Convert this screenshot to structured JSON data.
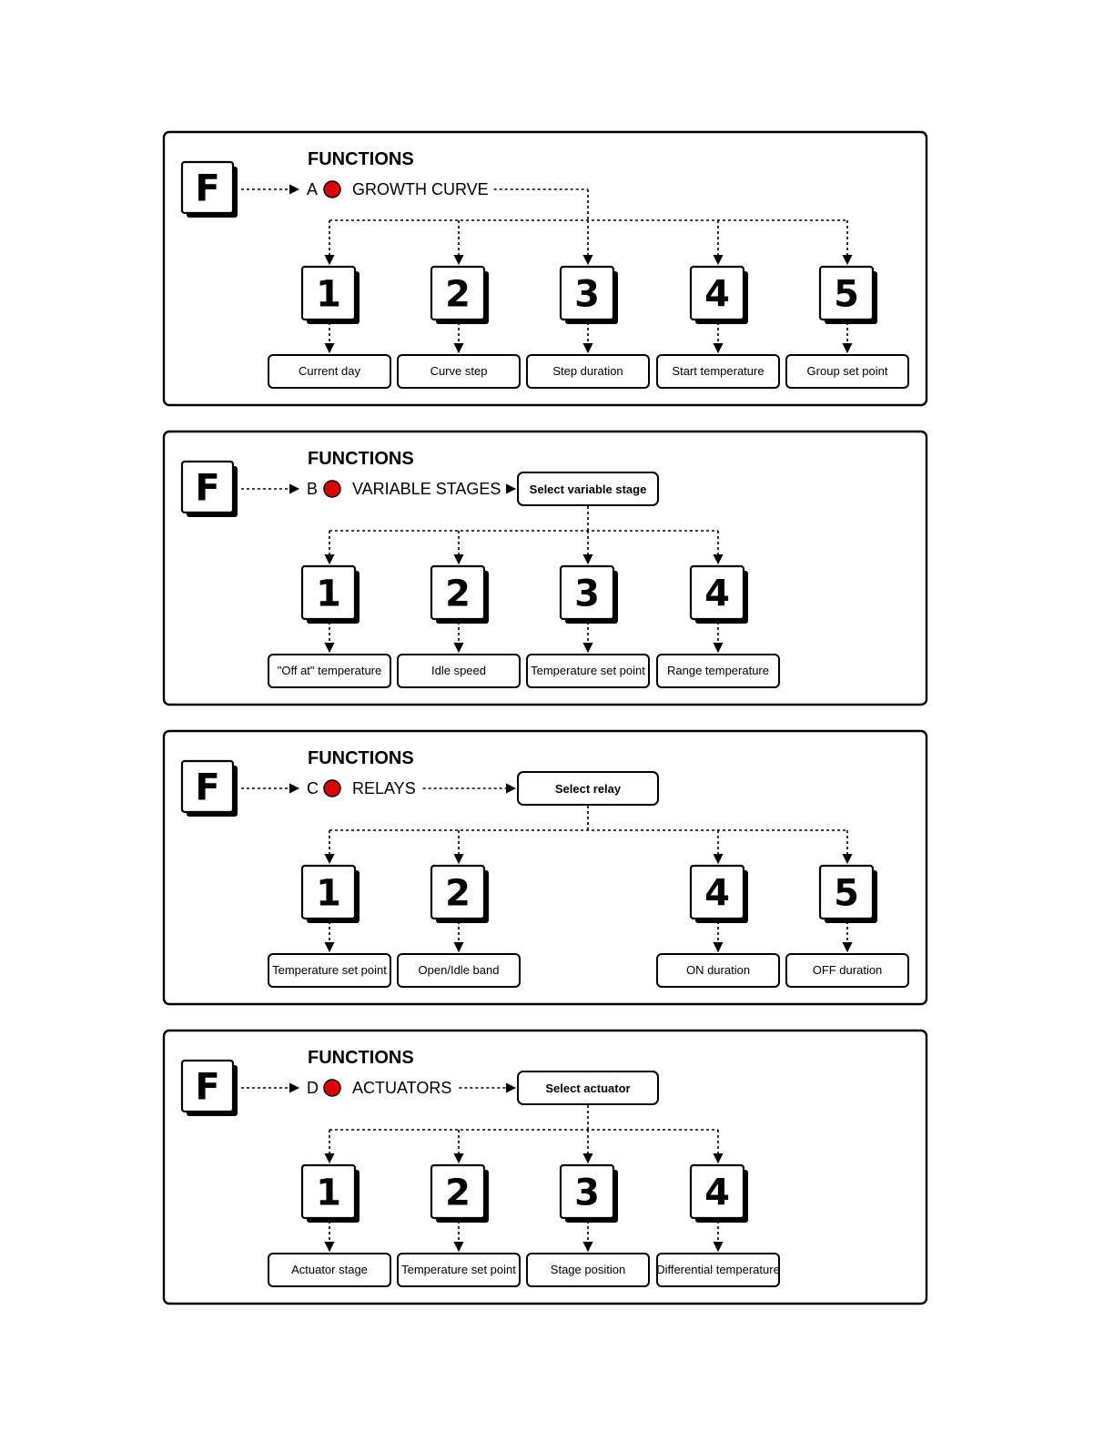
{
  "panels": [
    {
      "title": "FUNCTIONS",
      "key": "F",
      "letter": "A",
      "menu_label": "GROWTH CURVE",
      "select_label": null,
      "items": [
        {
          "num": "1",
          "label": "Current day"
        },
        {
          "num": "2",
          "label": "Curve step"
        },
        {
          "num": "3",
          "label": "Step duration"
        },
        {
          "num": "4",
          "label": "Start temperature"
        },
        {
          "num": "5",
          "label": "Group set point"
        }
      ]
    },
    {
      "title": "FUNCTIONS",
      "key": "F",
      "letter": "B",
      "menu_label": "VARIABLE STAGES",
      "select_label": "Select variable stage",
      "items": [
        {
          "num": "1",
          "label": "\"Off at\" temperature"
        },
        {
          "num": "2",
          "label": "Idle speed"
        },
        {
          "num": "3",
          "label": "Temperature set point"
        },
        {
          "num": "4",
          "label": "Range temperature"
        }
      ]
    },
    {
      "title": "FUNCTIONS",
      "key": "F",
      "letter": "C",
      "menu_label": "RELAYS",
      "select_label": "Select relay",
      "items": [
        {
          "num": "1",
          "label": "Temperature set point"
        },
        {
          "num": "2",
          "label": "Open/Idle band"
        },
        {
          "num": "4",
          "label": "ON duration"
        },
        {
          "num": "5",
          "label": "OFF duration"
        }
      ]
    },
    {
      "title": "FUNCTIONS",
      "key": "F",
      "letter": "D",
      "menu_label": "ACTUATORS",
      "select_label": "Select actuator",
      "items": [
        {
          "num": "1",
          "label": "Actuator stage"
        },
        {
          "num": "2",
          "label": "Temperature set point"
        },
        {
          "num": "3",
          "label": "Stage position"
        },
        {
          "num": "4",
          "label": "Differential temperature"
        }
      ]
    }
  ],
  "colors": {
    "indicator": "#e00000",
    "line": "#000000",
    "background": "#ffffff"
  }
}
